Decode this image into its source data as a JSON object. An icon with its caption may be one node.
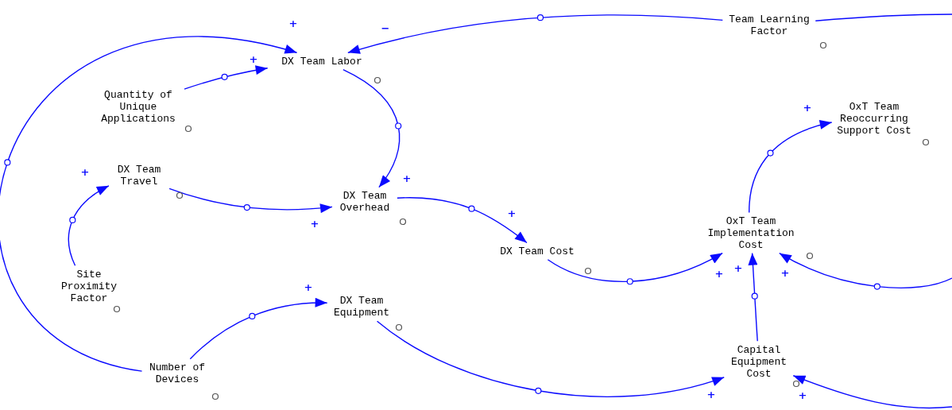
{
  "diagram": {
    "nodes": [
      {
        "text": [
          "DX Team Labor"
        ]
      },
      {
        "text": [
          "Team Learning Factor"
        ]
      },
      {
        "text": [
          "Quantity of Unique Applications"
        ]
      },
      {
        "text": [
          "DX Team Travel"
        ]
      },
      {
        "text": [
          "OxT Team Reoccurring Support Cost"
        ]
      },
      {
        "text": [
          "DX Team Overhead"
        ]
      },
      {
        "text": [
          "DX Team Cost"
        ]
      },
      {
        "text": [
          "OxT Team Implementation Cost"
        ]
      },
      {
        "text": [
          "Site Proximity Factor"
        ]
      },
      {
        "text": [
          "DX Team Equipment"
        ]
      },
      {
        "text": [
          "Number of Devices"
        ]
      },
      {
        "text": [
          "Capital Equipment Cost"
        ]
      }
    ],
    "edges": [
      {
        "from": 10,
        "to": 0,
        "arrow": "to",
        "label": "+"
      },
      {
        "from": 1,
        "to": 0,
        "arrow": "to",
        "label": "−"
      },
      {
        "from": 2,
        "to": 0,
        "arrow": "to",
        "label": "+"
      },
      {
        "from": 0,
        "to": 5,
        "arrow": "to",
        "label": "+"
      },
      {
        "from": 3,
        "to": 5,
        "arrow": "to",
        "label": "+"
      },
      {
        "from": 8,
        "to": 3,
        "arrow": "to",
        "label": "+"
      },
      {
        "from": 5,
        "to": 6,
        "arrow": "to",
        "label": "+"
      },
      {
        "from": 6,
        "to": 7,
        "arrow": "to",
        "label": "+"
      },
      {
        "from": 7,
        "to": 4,
        "arrow": "to",
        "label": "+"
      },
      {
        "from": 11,
        "to": 7,
        "arrow": "to",
        "label": "+"
      },
      {
        "from": 10,
        "to": 9,
        "arrow": "to",
        "label": "+"
      },
      {
        "from": 9,
        "to": 11,
        "arrow": "to",
        "label": "+"
      },
      {
        "from": null,
        "to": 7,
        "arrow": "to",
        "label": "+"
      },
      {
        "from": null,
        "to": 11,
        "arrow": "to",
        "label": "+"
      },
      {
        "from": 1,
        "to": null,
        "arrow": "none"
      }
    ]
  }
}
